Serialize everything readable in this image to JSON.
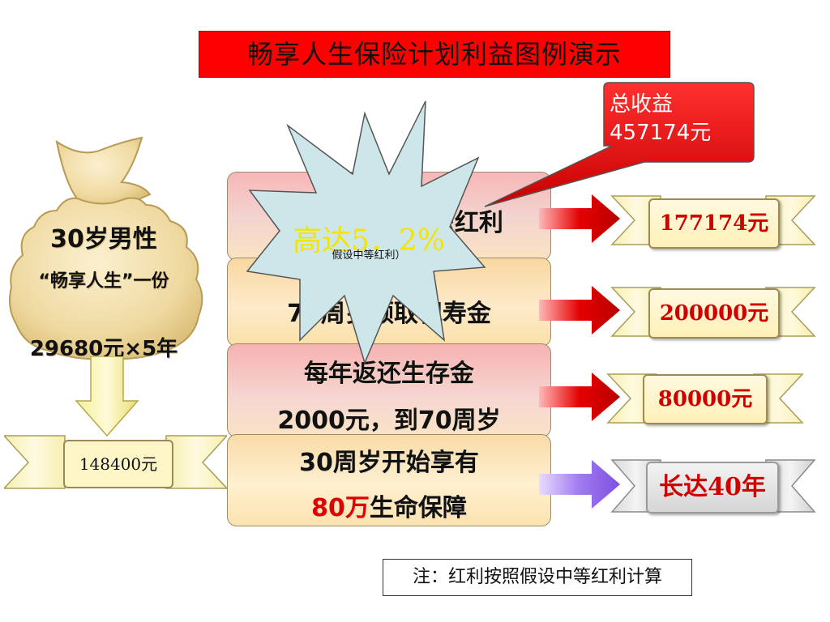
{
  "title": "畅享人生保险计划利益图例演示",
  "bag": {
    "line1_num": "30",
    "line1_text": "岁男性",
    "line2": "“畅享人生”一份",
    "line3_num": "29680",
    "line3_text": "元×",
    "line3_num2": "5",
    "line3_text2": "年"
  },
  "total_premium": "148400元",
  "tiers": {
    "t1": "70周岁领取累积红利",
    "t2": "70周岁领取祝寿金",
    "t3_line1": "每年返还生存金",
    "t3_line2": "2000元，到70周岁",
    "t4_line1": "30周岁开始享有",
    "t4_accent": "80万",
    "t4_rest": "生命保障"
  },
  "starburst": {
    "headline": "高达5．2%",
    "sub": "假设中等红利）"
  },
  "callout": {
    "line1": "总收益",
    "line2": "457174元"
  },
  "benefits": [
    "177174元",
    "200000元",
    "80000元",
    "长达40年"
  ],
  "note": "注：红利按照假设中等红利计算",
  "colors": {
    "title_bg": "#ff0000",
    "accent_red": "#e00000",
    "callout_bg": "#e80000",
    "burst_fill": "#cde6ea",
    "burst_text": "#f5e400",
    "bag_fill": "#f2dfaa",
    "arrow_red": "#e00000",
    "arrow_purple": "#9a6cf0"
  }
}
